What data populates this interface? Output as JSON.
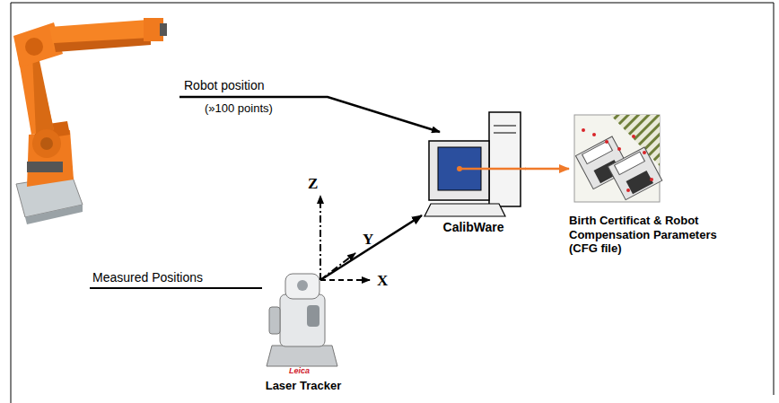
{
  "diagram": {
    "nodes": [
      {
        "text": [
          "CalibWare"
        ]
      },
      {
        "text": [
          "Birth Certificat & Robot Compensation Parameters (CFG file)"
        ]
      },
      {
        "text": [
          "Laser Tracker"
        ]
      }
    ],
    "edges": [
      {
        "from": 2,
        "to": 0,
        "arrow": "to"
      },
      {
        "from": 0,
        "to": 1,
        "arrow": "to"
      }
    ],
    "labels": [
      "Robot position",
      "(»100 points)",
      "Measured Positions",
      "Z",
      "Y",
      "X",
      "Leica"
    ]
  }
}
